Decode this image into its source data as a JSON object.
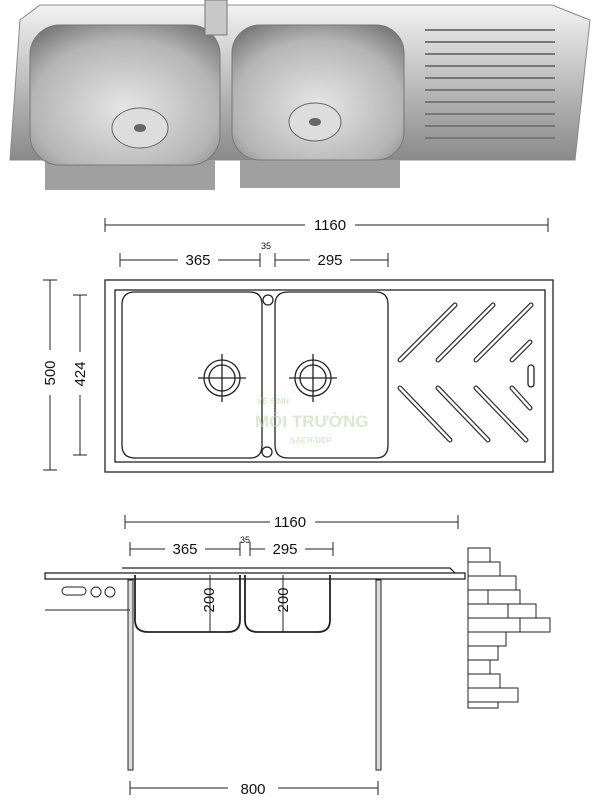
{
  "plan_view": {
    "overall_length": "1160",
    "bowl1_width": "365",
    "gap": "35",
    "bowl2_width": "295",
    "overall_depth": "500",
    "bowl_depth": "424"
  },
  "section_view": {
    "overall_length": "1160",
    "bowl1_width": "365",
    "gap": "35",
    "bowl2_width": "295",
    "bowl1_height": "200",
    "bowl2_height": "200",
    "cabinet_width": "800"
  },
  "watermark": {
    "line1": "VỆ SINH",
    "line2": "MÔI TRƯỜNG",
    "line3": "SẠCH-ĐẸP"
  }
}
